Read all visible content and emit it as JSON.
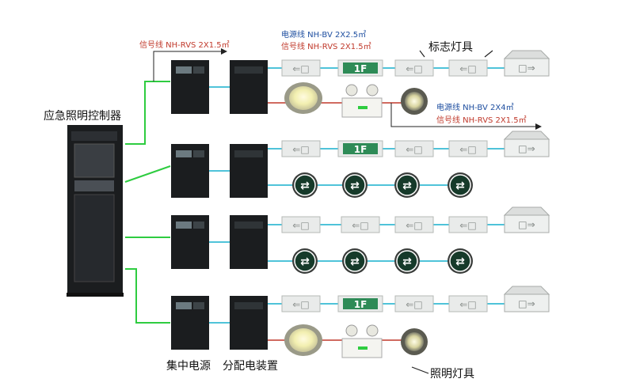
{
  "labels": {
    "controller": "应急照明控制器",
    "central_power": "集中电源",
    "distribution": "分配电装置",
    "sign_lamps": "标志灯具",
    "lighting_lamps": "照明灯具"
  },
  "cables": {
    "top_signal": "信号线 NH-RVS 2X1.5㎡",
    "row1_power": "电源线 NH-BV 2X2.5㎡",
    "row1_signal": "信号线 NH-RVS 2X1.5㎡",
    "branch_power": "电源线 NH-BV 2X4㎡",
    "branch_signal": "信号线 NH-RVS 2X1.5㎡"
  },
  "signs": {
    "floor": "1F",
    "exit_glyph": "⇐□",
    "right_glyph": "□⇒",
    "arrow_lr": "⇄"
  },
  "colors": {
    "signal_line": "#2ecc40",
    "power_line": "#4fc3d9",
    "red_line": "#c0392b",
    "label_red": "#c0392b",
    "label_blue": "#1f4fa0",
    "cabinet": "#1b1d1f",
    "floor_sign": "#2e8b57",
    "round_sign": "#163a2a"
  }
}
